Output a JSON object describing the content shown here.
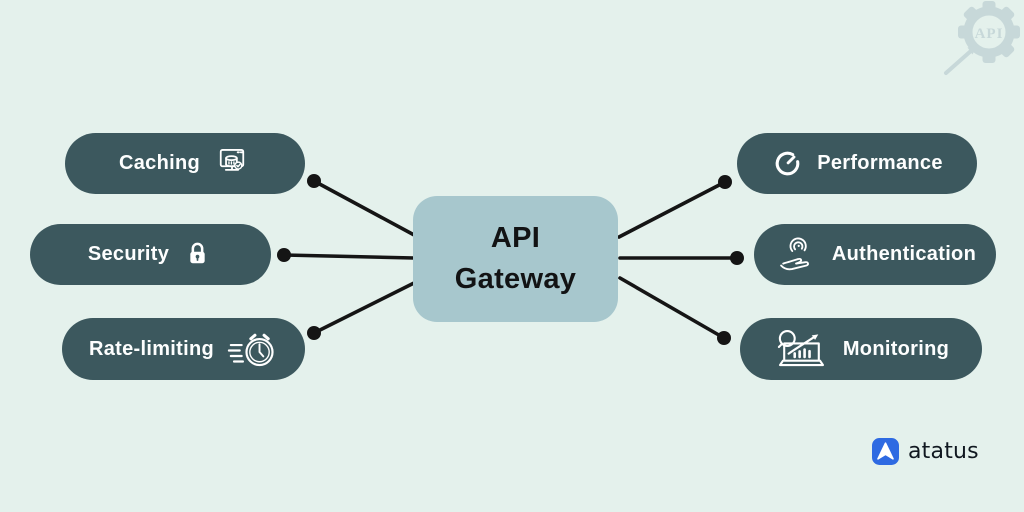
{
  "page": {
    "background_color": "#e4f1ec"
  },
  "center_node": {
    "line1": "API",
    "line2": "Gateway",
    "fill_color": "#a7c7cd",
    "text_color": "#121314"
  },
  "nodes": {
    "pill_color": "#3c585e",
    "text_color": "#ffffff",
    "left": [
      {
        "label": "Caching",
        "icon": "browser-cache-icon"
      },
      {
        "label": "Security",
        "icon": "lock-icon"
      },
      {
        "label": "Rate-limiting",
        "icon": "stopwatch-icon"
      }
    ],
    "right": [
      {
        "label": "Performance",
        "icon": "gauge-icon"
      },
      {
        "label": "Authentication",
        "icon": "fingerprint-hand-icon"
      },
      {
        "label": "Monitoring",
        "icon": "analytics-laptop-icon"
      }
    ]
  },
  "connectors": {
    "color": "#151515",
    "style": "straight lines with round dot at pill end"
  },
  "watermark": {
    "label": "API",
    "color": "#c7d8d9"
  },
  "branding": {
    "logo_text": "atatus",
    "logo_color": "#2e6ae2",
    "text_color": "#101820"
  }
}
